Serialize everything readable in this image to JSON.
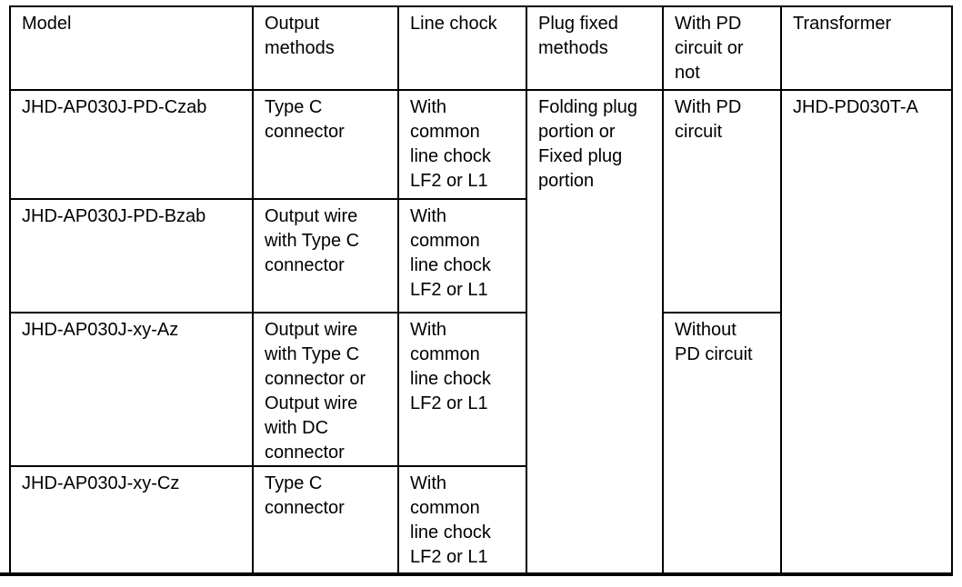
{
  "table": {
    "headers": {
      "model": "Model",
      "output_methods": "Output\nmethods",
      "line_chock": "Line chock",
      "plug_fixed_methods": "Plug fixed\nmethods",
      "pd_circuit": "With PD\ncircuit or\nnot",
      "transformer": "Transformer"
    },
    "rows": [
      {
        "model": "JHD-AP030J-PD-Czab",
        "output_methods": "Type C\nconnector",
        "line_chock": "With\ncommon\nline chock\nLF2 or L1"
      },
      {
        "model": "JHD-AP030J-PD-Bzab",
        "output_methods": "Output wire\nwith Type C\nconnector",
        "line_chock": "With\ncommon\nline chock\nLF2 or L1"
      },
      {
        "model": "JHD-AP030J-xy-Az",
        "output_methods": "Output wire\nwith Type C\nconnector or\nOutput wire\nwith DC\nconnector",
        "line_chock": "With\ncommon\nline chock\nLF2 or L1"
      },
      {
        "model": "JHD-AP030J-xy-Cz",
        "output_methods": "Type C\nconnector",
        "line_chock": "With\ncommon\nline chock\nLF2 or L1"
      }
    ],
    "merged": {
      "plug_fixed_methods": "Folding plug\nportion or\nFixed plug\nportion",
      "with_pd_circuit": "With PD\ncircuit",
      "without_pd_circuit": "Without\nPD circuit",
      "transformer": "JHD-PD030T-A"
    },
    "colors": {
      "border": "#000000",
      "text": "#000000",
      "background": "#ffffff"
    }
  }
}
